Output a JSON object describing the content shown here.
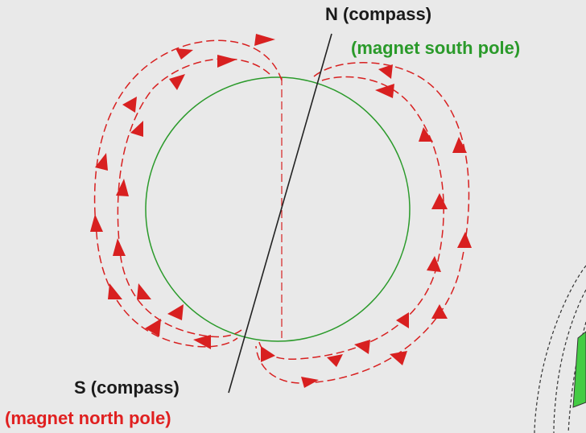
{
  "labels": {
    "compass_north": "N (compass)",
    "magnet_south": "(magnet south pole)",
    "compass_south": "S (compass)",
    "magnet_north": "(magnet north pole)"
  },
  "colors": {
    "background": "#e9e9e9",
    "earth_circle": "#2a9a2a",
    "field_lines": "#d82020",
    "compass_axis": "#222222",
    "label_dark": "#1a1a1a",
    "label_green": "#2a9a2a",
    "label_red": "#e02020"
  },
  "field_line_style": "dashed with arrowheads"
}
